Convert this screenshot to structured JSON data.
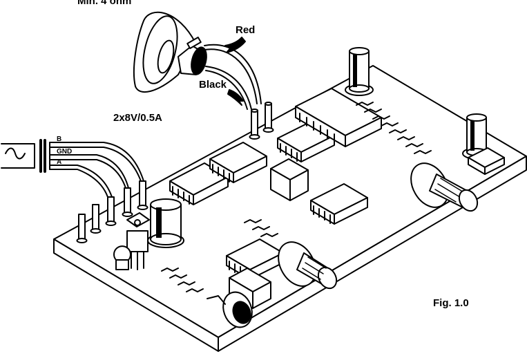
{
  "labels": {
    "speaker_rating": "Min. 4 ohm",
    "red_wire": "Red",
    "black_wire": "Black",
    "power_rating": "2x8V/0.5A",
    "wire_b": "B",
    "wire_gnd": "GND",
    "wire_a": "A",
    "figure": "Fig. 1.0"
  }
}
